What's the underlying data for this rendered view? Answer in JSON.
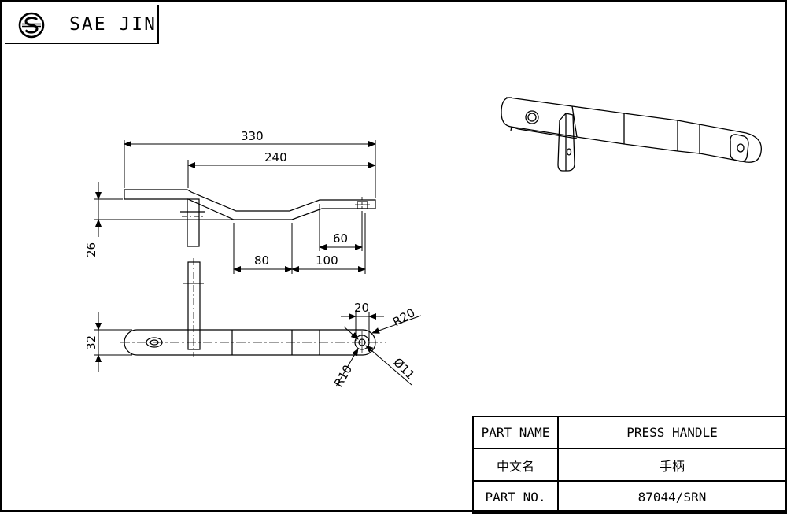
{
  "brand": {
    "name": "SAE JIN",
    "logo_icon": "sae-jin-logo-icon"
  },
  "dimensions": {
    "overall_length": "330",
    "length_240": "240",
    "height_26": "26",
    "offset_60": "60",
    "span_80": "80",
    "span_100": "100",
    "width_32": "32",
    "hole_spacing_20": "20",
    "radius_r20": "R20",
    "radius_r10": "R10",
    "hole_diameter": "Ø11"
  },
  "title_block": {
    "rows": [
      {
        "label": "PART NAME",
        "value": "PRESS HANDLE"
      },
      {
        "label": "中文名",
        "value": "手柄"
      },
      {
        "label": "PART NO.",
        "value": "87044/SRN"
      }
    ]
  },
  "colors": {
    "line": "#000000",
    "background": "#ffffff"
  }
}
